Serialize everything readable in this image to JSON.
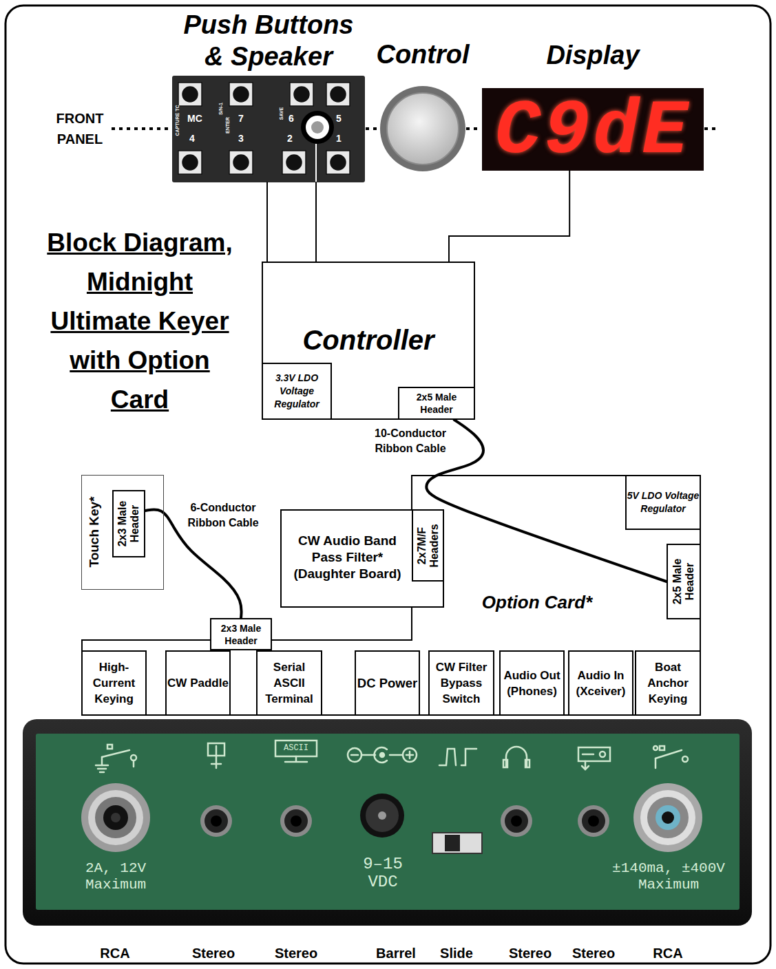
{
  "diagram": {
    "title": "Block Diagram, Midnight Ultimate Keyer with Option Card",
    "nodes": [
      {
        "text": [
          "Push Buttons & Speaker"
        ]
      },
      {
        "text": [
          "Control"
        ]
      },
      {
        "text": [
          "Display",
          "C9dE"
        ]
      },
      {
        "text": [
          "Controller"
        ]
      },
      {
        "text": [
          "3.3V LDO Voltage Regulator"
        ],
        "in": 3
      },
      {
        "text": [
          "2x5 Male Header"
        ],
        "in": 3
      },
      {
        "text": [
          "Touch Key*"
        ]
      },
      {
        "text": [
          "2x3 Male Header"
        ],
        "in": 6
      },
      {
        "text": [
          "Option Card*"
        ]
      },
      {
        "text": [
          "CW Audio Band Pass Filter* (Daughter Board)"
        ],
        "in": 8
      },
      {
        "text": [
          "2x7M/F Headers"
        ],
        "in": 9
      },
      {
        "text": [
          "5V LDO Voltage Regulator"
        ],
        "in": 8
      },
      {
        "text": [
          "2x5 Male Header"
        ],
        "in": 8
      },
      {
        "text": [
          "2x3 Male Header"
        ],
        "in": 8
      },
      {
        "text": [
          "High-Current Keying"
        ],
        "in": 8
      },
      {
        "text": [
          "CW Paddle"
        ],
        "in": 8
      },
      {
        "text": [
          "Serial ASCII Terminal"
        ],
        "in": 8
      },
      {
        "text": [
          "DC Power"
        ],
        "in": 8
      },
      {
        "text": [
          "CW Filter Bypass Switch"
        ],
        "in": 8
      },
      {
        "text": [
          "Audio Out (Phones)"
        ],
        "in": 8
      },
      {
        "text": [
          "Audio In (Xceiver)"
        ],
        "in": 8
      },
      {
        "text": [
          "Boat Anchor Keying"
        ],
        "in": 8
      }
    ],
    "edges": [
      {
        "from": 0,
        "to": 3,
        "arrow": "none"
      },
      {
        "from": 0,
        "to": 3,
        "arrow": "none"
      },
      {
        "from": 2,
        "to": 3,
        "arrow": "none"
      },
      {
        "from": 5,
        "to": 12,
        "label": "10-Conductor Ribbon Cable",
        "arrow": "none"
      },
      {
        "from": 7,
        "to": 13,
        "label": "6-Conductor Ribbon Cable",
        "arrow": "none"
      }
    ],
    "labels": [
      "FRONT PANEL",
      "MC",
      "7",
      "6",
      "5",
      "4",
      "3",
      "2",
      "1",
      "CAPTURE TC",
      "S/N-1",
      "ENTER",
      "SAVE",
      "2A, 12V Maximum",
      "ASCII",
      "9–15 VDC",
      "±140ma, ±400V Maximum",
      "RCA",
      "Stereo",
      "Stereo",
      "Barrel",
      "Slide",
      "Stereo",
      "Stereo",
      "RCA"
    ]
  }
}
